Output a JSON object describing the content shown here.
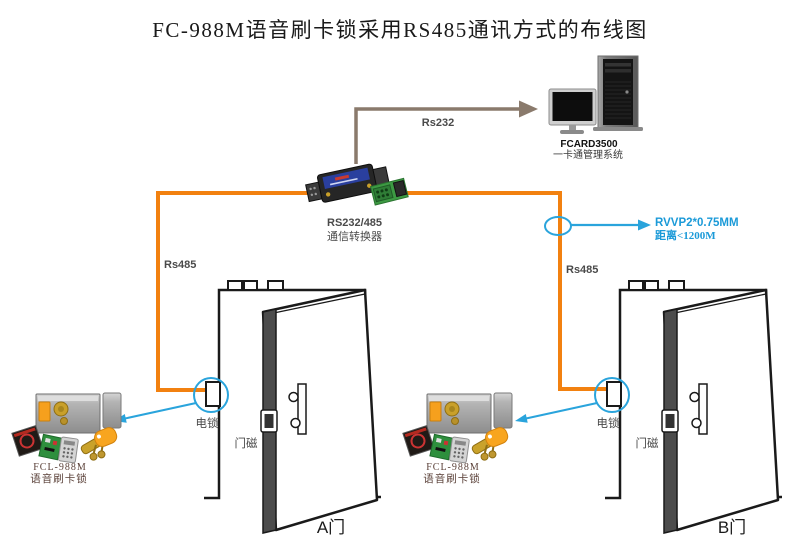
{
  "title": "FC-988M语音刷卡锁采用RS485通讯方式的布线图",
  "colors": {
    "wire_orange": "#F28110",
    "wire_rs232_brown": "#8A7A6C",
    "accent_blue": "#2AA4DC",
    "note_blue_text": "#1B9AD8",
    "label_gray": "#4A4A4A",
    "outline_black": "#1A1A1A"
  },
  "server": {
    "model": "FCARD3500",
    "label": "一卡通管理系统"
  },
  "converter": {
    "name_line1": "RS232/485",
    "name_line2": "通信转换器"
  },
  "wires": {
    "rs232_label": "Rs232",
    "rs485_left_label": "Rs485",
    "rs485_right_label": "Rs485"
  },
  "cable_spec": {
    "line1": "RVVP2*0.75MM",
    "line2": "距离<1200M"
  },
  "doors": {
    "a": {
      "name": "A门",
      "lock": "电锁",
      "magnet": "门磁"
    },
    "b": {
      "name": "B门",
      "lock": "电锁",
      "magnet": "门磁"
    }
  },
  "lock_kits": {
    "left": {
      "model": "FCL-988M",
      "label": "语音刷卡锁"
    },
    "right": {
      "model": "FCL-988M",
      "label": "语音刷卡锁"
    }
  }
}
